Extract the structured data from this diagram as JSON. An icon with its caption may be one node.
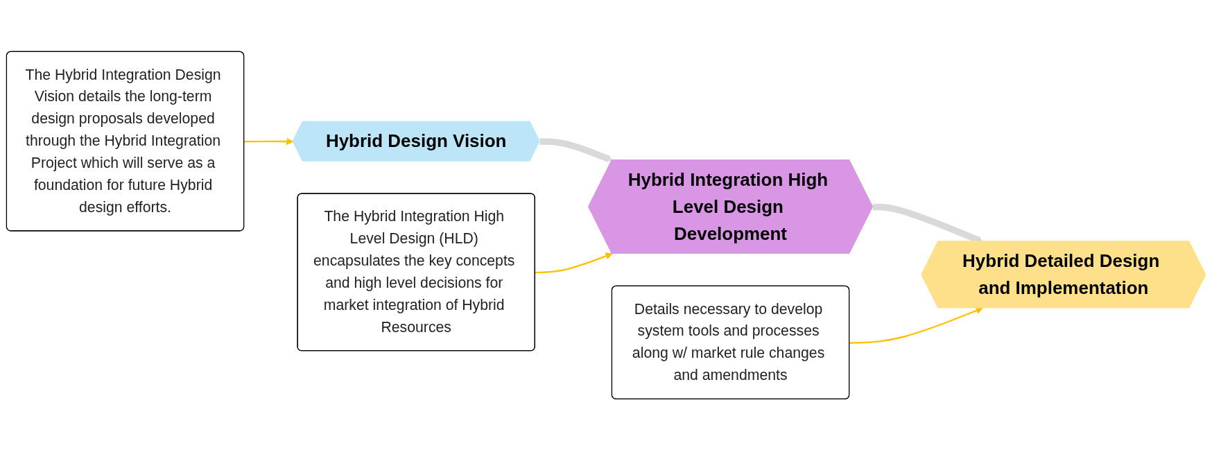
{
  "diagram": {
    "nodes": [
      {
        "text": [
          "Hybrid Design Vision"
        ]
      },
      {
        "text": [
          "Hybrid Integration High Level Design Development"
        ]
      },
      {
        "text": [
          "Hybrid Detailed Design and Implementation"
        ]
      },
      {
        "text": [
          "The Hybrid Integration Design Vision details the long-term design proposals developed through the Hybrid Integration Project which will serve as a foundation for future Hybrid design efforts."
        ]
      },
      {
        "text": [
          "The Hybrid Integration High Level Design (HLD) encapsulates the key concepts and high level decisions for market integration of Hybrid Resources"
        ]
      },
      {
        "text": [
          "Details necessary to develop system tools and processes along w/ market rule changes and amendments"
        ]
      }
    ],
    "edges": [
      {
        "from": 0,
        "to": 1,
        "arrow": "to",
        "style": "thick",
        "color": "#d9d9d9"
      },
      {
        "from": 1,
        "to": 2,
        "arrow": "to",
        "style": "thick",
        "color": "#d9d9d9"
      },
      {
        "from": 3,
        "to": 0,
        "arrow": "to"
      },
      {
        "from": 4,
        "to": 1,
        "arrow": "to"
      },
      {
        "from": 5,
        "to": 2,
        "arrow": "to"
      }
    ]
  }
}
